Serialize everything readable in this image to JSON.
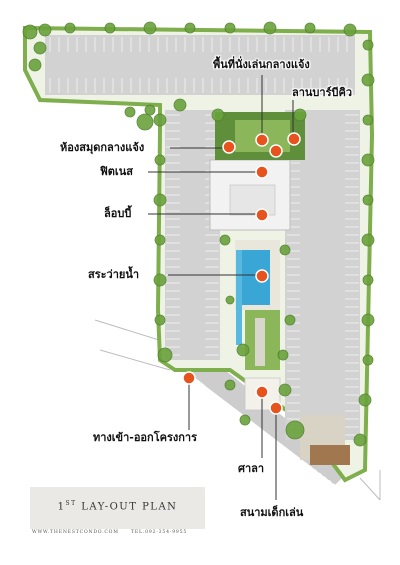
{
  "labels": {
    "zen_garden": "พื้นที่นั่งเล่นกลางแจ้ง",
    "bbq": "ลานบาร์บีคิว",
    "library": "ห้องสมุดกลางแจ้ง",
    "fitness": "ฟิตเนส",
    "lobby": "ล็อบบี้",
    "pool": "สระว่ายน้ำ",
    "entrance": "ทางเข้า-ออกโครงการ",
    "sala": "ศาลา",
    "playground": "สนามเด็กเล่น"
  },
  "title": {
    "prefix": "1",
    "superscript": "ST",
    "text": "LAY-OUT PLAN"
  },
  "footer": {
    "website": "WWW.THENESTCONDO.COM",
    "tel": "TEL.092-354-9955"
  },
  "colors": {
    "marker": "#e8521c",
    "leader": "#333333",
    "tree": "#6aa23c",
    "parking": "#cfcfcf",
    "pool": "#3aa6d6",
    "road": "#cdcdcd"
  }
}
